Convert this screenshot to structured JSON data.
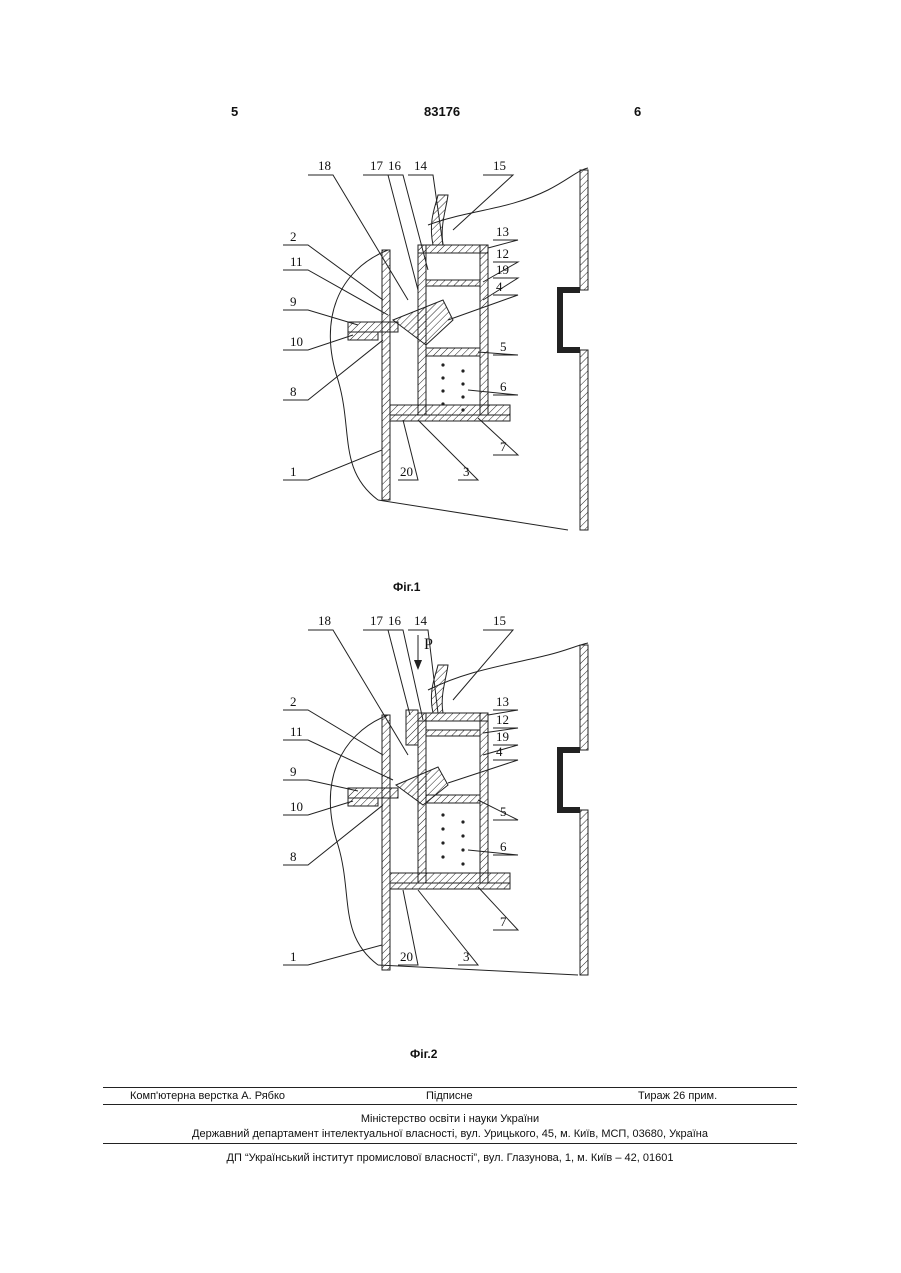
{
  "header": {
    "left_page": "5",
    "patent_number": "83176",
    "right_page": "6"
  },
  "figures": [
    {
      "caption": "Фіг.1",
      "labels": [
        "18",
        "17",
        "16",
        "14",
        "15",
        "13",
        "12",
        "19",
        "4",
        "2",
        "11",
        "9",
        "10",
        "8",
        "5",
        "6",
        "7",
        "3",
        "20",
        "1"
      ]
    },
    {
      "caption": "Фіг.2",
      "force_label": "P",
      "labels": [
        "18",
        "17",
        "16",
        "14",
        "15",
        "13",
        "12",
        "19",
        "4",
        "2",
        "11",
        "9",
        "10",
        "8",
        "5",
        "6",
        "7",
        "3",
        "20",
        "1"
      ]
    }
  ],
  "imprint": {
    "layout": "Комп'ютерна верстка А. Рябко",
    "signed": "Підписне",
    "circulation": "Тираж 26 прим.",
    "ministry": "Міністерство освіти і науки України",
    "department": "Державний департамент інтелектуальної власності, вул. Урицького, 45, м. Київ, МСП, 03680, Україна",
    "institute": "ДП “Український інститут промислової власності”, вул. Глазунова, 1, м. Київ – 42, 01601"
  }
}
